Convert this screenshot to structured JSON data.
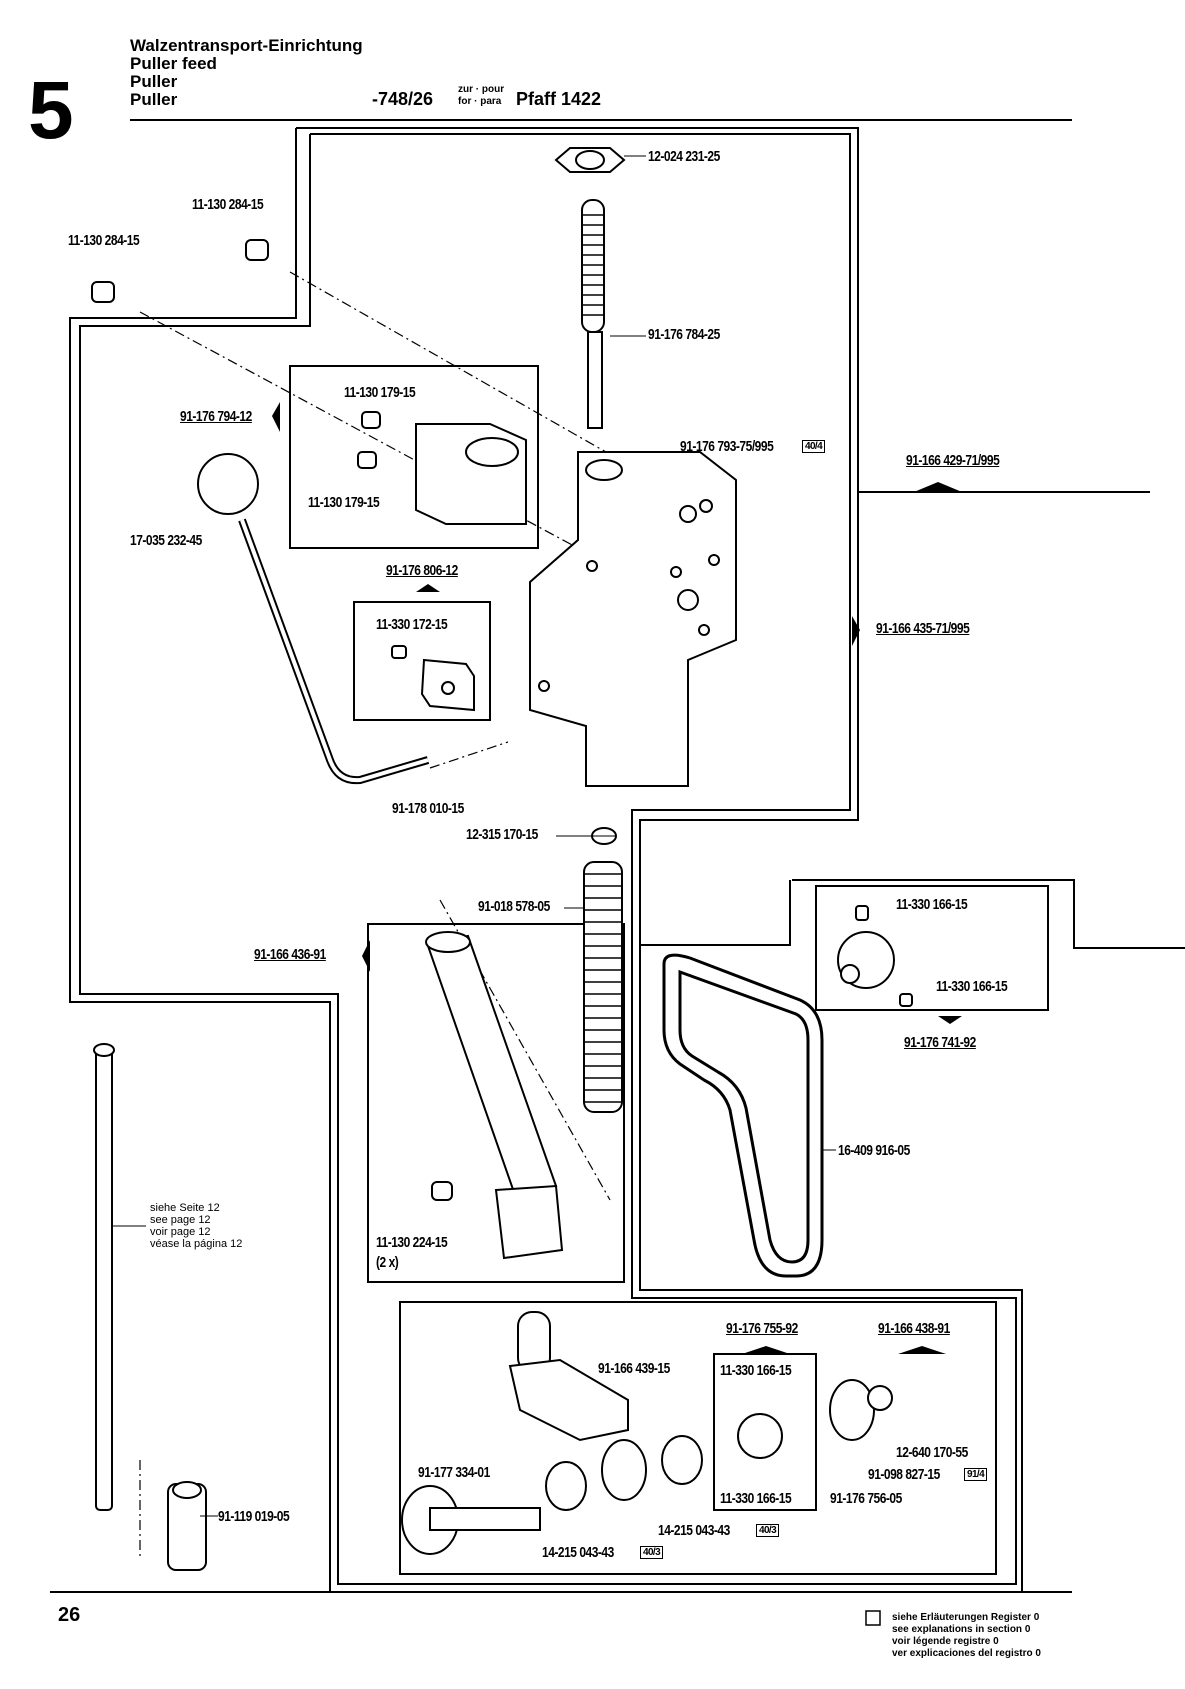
{
  "header": {
    "title_de": "Walzentransport-Einrichtung",
    "title_en": "Puller feed",
    "title_fr": "Puller",
    "title_es": "Puller",
    "model_code": "-748/26",
    "for_label_top": "zur · pour",
    "for_label_bottom": "for · para",
    "machine": "Pfaff 1422",
    "section_number": "5"
  },
  "parts": {
    "p1": "12-024 231-25",
    "p2": "11-130 284-15",
    "p3": "11-130 284-15",
    "p4": "91-176 784-25",
    "p5": "11-130 179-15",
    "p6": "91-176 794-12",
    "p7": "11-130 179-15",
    "p8": "17-035 232-45",
    "p9": "91-176 793-75/995",
    "p9_ref": "40/4",
    "p10": "91-166 429-71/995",
    "p11": "91-176 806-12",
    "p12": "11-330 172-15",
    "p13": "91-166 435-71/995",
    "p14": "91-178 010-15",
    "p15": "12-315 170-15",
    "p16": "91-018 578-05",
    "p17": "91-166 436-91",
    "p18": "11-330 166-15",
    "p19": "11-330 166-15",
    "p20": "91-176 741-92",
    "p21": "16-409 916-05",
    "p22": "11-130 224-15",
    "p22b": "(2 x)",
    "p23": "91-176 755-92",
    "p24": "91-166 438-91",
    "p25": "91-166 439-15",
    "p26": "11-330 166-15",
    "p27": "12-640 170-55",
    "p28": "91-098 827-15",
    "p28_ref": "91/4",
    "p29": "91-177 334-01",
    "p30": "11-330 166-15",
    "p31": "91-176 756-05",
    "p32": "14-215 043-43",
    "p32_ref": "40/3",
    "p33": "14-215 043-43",
    "p33_ref": "40/3",
    "p34": "91-119 019-05"
  },
  "see_page": {
    "de": "siehe Seite 12",
    "en": "see page 12",
    "fr": "voir page 12",
    "es": "véase la página 12"
  },
  "footer": {
    "page_number": "26",
    "legend_de": "siehe Erläuterungen Register 0",
    "legend_en": "see explanations in section 0",
    "legend_fr": "voir légende registre 0",
    "legend_es": "ver explicaciones del registro 0"
  }
}
